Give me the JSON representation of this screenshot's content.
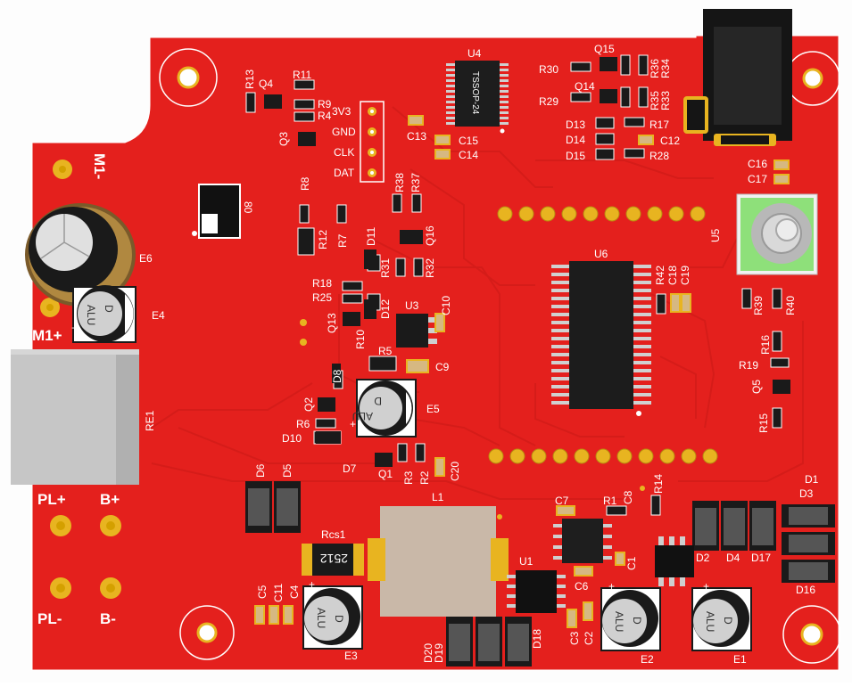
{
  "board": {
    "colors": {
      "solder_mask": "#e4201d",
      "trace": "#d8201a",
      "pad_gold": "#e8b420",
      "silkscreen": "#ffffff",
      "ic_body": "#1a1a1a",
      "smd_pad": "#c8c8c8",
      "relay": "#c6c6c6",
      "inductor": "#c9b8a8",
      "encoder_base": "#8ee07a"
    },
    "labels": {
      "m1_minus": "M1-",
      "m1_plus": "M1+",
      "pl_plus": "PL+",
      "b_plus": "B+",
      "pl_minus": "PL-",
      "b_minus": "B-",
      "pin_3v3": "3V3",
      "pin_gnd": "GND",
      "pin_clk": "CLK",
      "pin_dat": "DAT",
      "rcs1": "Rcs1",
      "u4_text": "TSSOP-24",
      "rcs_value": "2512",
      "cap_text": "ALU",
      "cap_letter": "D",
      "plus": "+",
      "u6": "U6",
      "u4": "U4",
      "u3": "U3",
      "u1": "U1",
      "u5": "U5",
      "l1": "L1",
      "re1": "RE1",
      "e1": "E1",
      "e2": "E2",
      "e3": "E3",
      "e4": "E4",
      "e5": "E5",
      "e6": "E6",
      "d1": "D1",
      "d2": "D2",
      "d3": "D3",
      "d4": "D4",
      "d5": "D5",
      "d6": "D6",
      "d7": "D7",
      "d8": "D8",
      "d10": "D10",
      "d11": "D11",
      "d12": "D12",
      "d13": "D13",
      "d14": "D14",
      "d15": "D15",
      "d16": "D16",
      "d17": "D17",
      "d18": "D18",
      "d19": "D19",
      "d20": "D20",
      "q1": "Q1",
      "q2": "Q2",
      "q3": "Q3",
      "q4": "Q4",
      "q5": "Q5",
      "q13": "Q13",
      "q14": "Q14",
      "q15": "Q15",
      "q16": "Q16",
      "c1": "C1",
      "c2": "C2",
      "c3": "C3",
      "c4": "C4",
      "c5": "C5",
      "c6": "C6",
      "c7": "C7",
      "c8": "C8",
      "c9": "C9",
      "c10": "C10",
      "c11": "C11",
      "c12": "C12",
      "c13": "C13",
      "c14": "C14",
      "c15": "C15",
      "c16": "C16",
      "c17": "C17",
      "c18": "C18",
      "c19": "C19",
      "c20": "C20",
      "r1": "R1",
      "r2": "R2",
      "r3": "R3",
      "r4": "R4",
      "r5": "R5",
      "r6": "R6",
      "r7": "R7",
      "r8": "R8",
      "r9": "R9",
      "r10": "R10",
      "r11": "R11",
      "r12": "R12",
      "r13": "R13",
      "r14": "R14",
      "r15": "R15",
      "r16": "R16",
      "r17": "R17",
      "r18": "R18",
      "r19": "R19",
      "r25": "R25",
      "r28": "R28",
      "r29": "R29",
      "r30": "R30",
      "r31": "R31",
      "r32": "R32",
      "r33": "R33",
      "r34": "R34",
      "r35": "R35",
      "r36": "R36",
      "r37": "R37",
      "r38": "R38",
      "r39": "R39",
      "r40": "R40",
      "r42": "R42",
      "oled_label": "80"
    }
  }
}
